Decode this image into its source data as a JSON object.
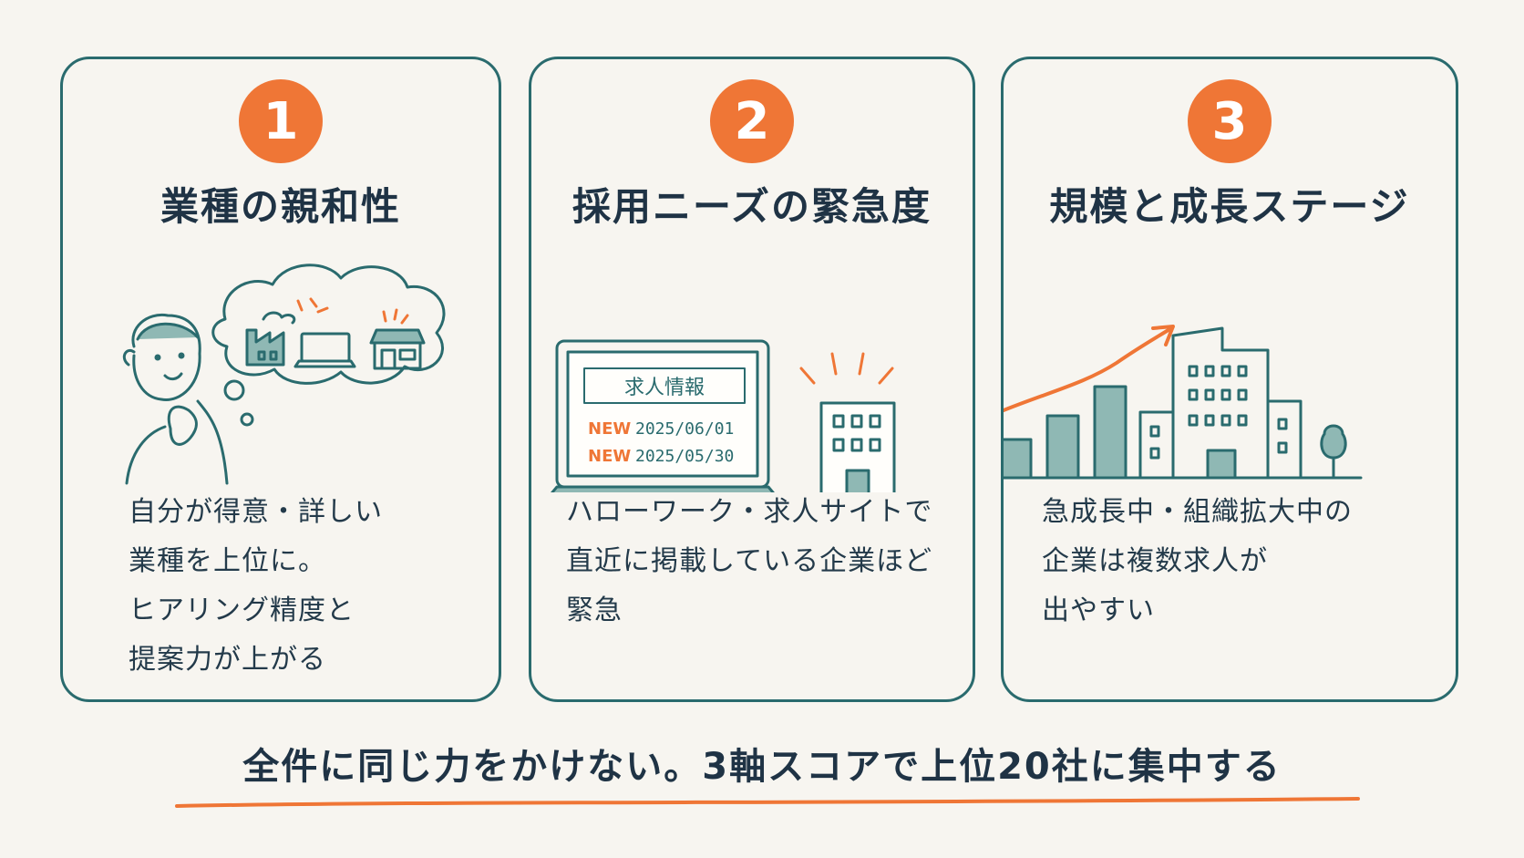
{
  "cards": [
    {
      "number": "1",
      "title": "業種の親和性",
      "body": [
        "自分が得意・詳しい",
        "業種を上位に。",
        "ヒアリング精度と",
        "提案力が上がる"
      ]
    },
    {
      "number": "2",
      "title": "採用ニーズの緊急度",
      "screen_title": "求人情報",
      "listings": [
        {
          "tag": "NEW",
          "date": "2025/06/01"
        },
        {
          "tag": "NEW",
          "date": "2025/05/30"
        }
      ],
      "body": [
        "ハローワーク・求人サイトで",
        "直近に掲載している企業ほど",
        "緊急"
      ]
    },
    {
      "number": "3",
      "title": "規模と成長ステージ",
      "body": [
        "急成長中・組織拡大中の",
        "企業は複数求人が",
        "出やすい"
      ]
    }
  ],
  "footer": "全件に同じ力をかけない。3軸スコアで上位20社に集中する",
  "colors": {
    "accent": "#ef7636",
    "border": "#2a6b6e",
    "text": "#1f3345",
    "background": "#f7f5f0"
  }
}
